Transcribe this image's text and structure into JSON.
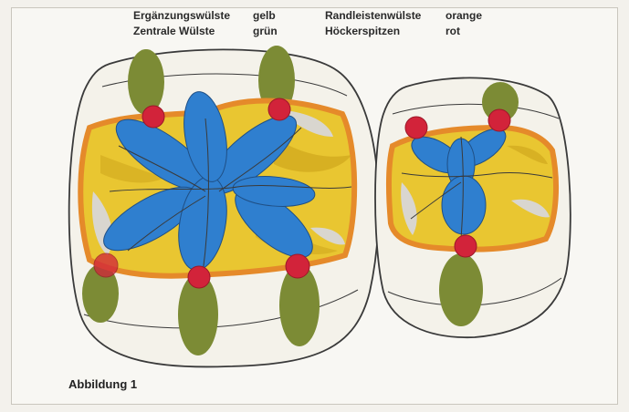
{
  "legend": {
    "erganzung_label": "Ergänzungswülste",
    "erganzung_color": "gelb",
    "zentrale_label": "Zentrale Wülste",
    "zentrale_color": "grün",
    "randleisten_label": "Randleistenwülste",
    "randleisten_color": "orange",
    "hocker_label": "Höckerspitzen",
    "hocker_color": "rot"
  },
  "figure_label": "Abbildung 1",
  "colors": {
    "yellow": "#e9c631",
    "green": "#7c8b35",
    "orange": "#e58a2a",
    "red": "#d2233a",
    "blue": "#2f7fcf",
    "outline": "#3a3a3a"
  }
}
